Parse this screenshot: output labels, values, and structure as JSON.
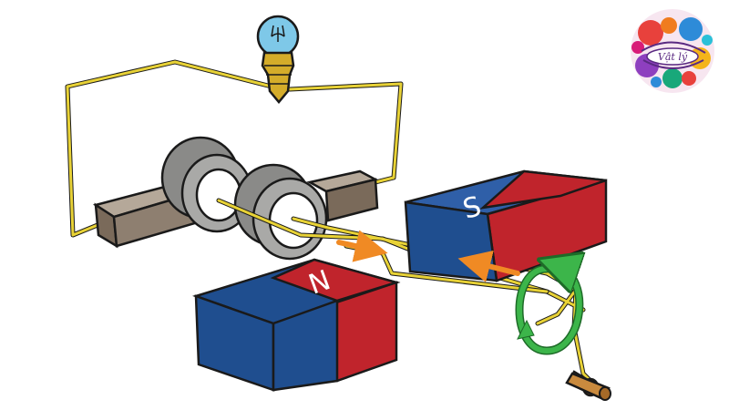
{
  "diagram": {
    "magnet_left": {
      "pole_label": "N",
      "colors": {
        "blue": "#1f4e8f",
        "red": "#c0242c"
      }
    },
    "magnet_right": {
      "pole_label": "S",
      "colors": {
        "blue": "#1f4e8f",
        "red": "#c0242c"
      }
    },
    "wire_color": "#e8d236",
    "current_arrow_color": "#f08a24",
    "rotation_arrow_color": "#3cb54a",
    "slip_ring_color": "#9a9a98",
    "bulb_color": "#7ec8e8"
  },
  "logo": {
    "text": "Vật lý"
  }
}
